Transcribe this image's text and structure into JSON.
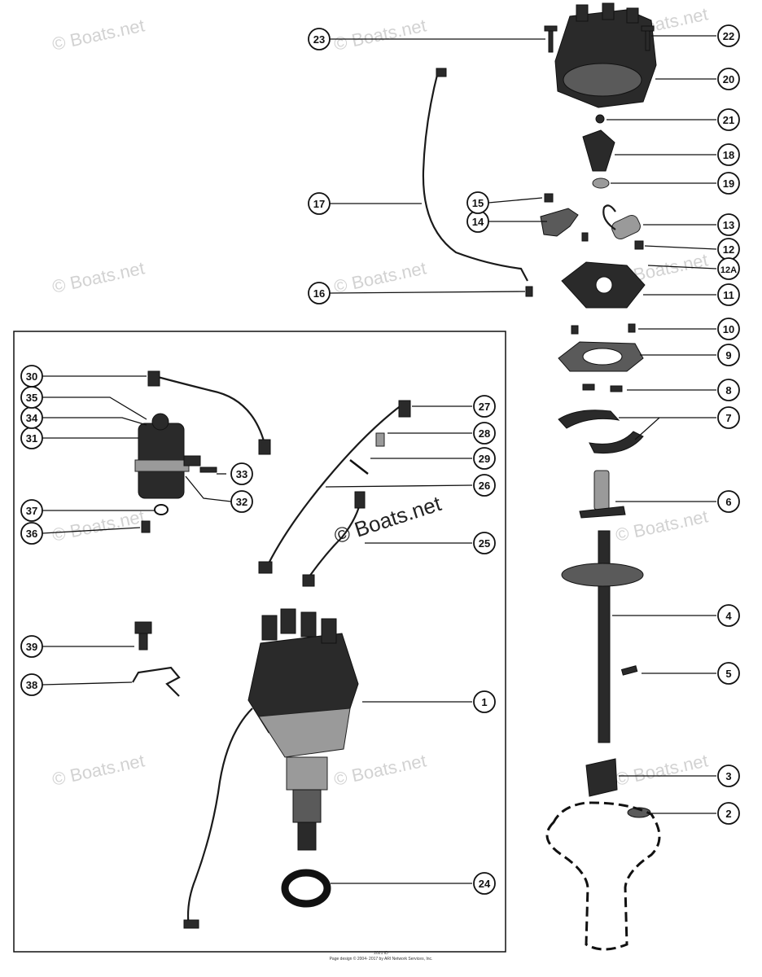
{
  "watermark": "© Boats.net",
  "footer": {
    "line1": "2021 ID",
    "line2": "Page design © 2004- 2017 by ARI Network Services, Inc."
  },
  "callouts": [
    "1",
    "2",
    "3",
    "4",
    "5",
    "6",
    "7",
    "8",
    "9",
    "10",
    "11",
    "12",
    "12A",
    "13",
    "14",
    "15",
    "16",
    "17",
    "18",
    "19",
    "20",
    "21",
    "22",
    "23",
    "24",
    "25",
    "26",
    "27",
    "28",
    "29",
    "30",
    "31",
    "32",
    "33",
    "34",
    "35",
    "36",
    "37",
    "38",
    "39"
  ]
}
